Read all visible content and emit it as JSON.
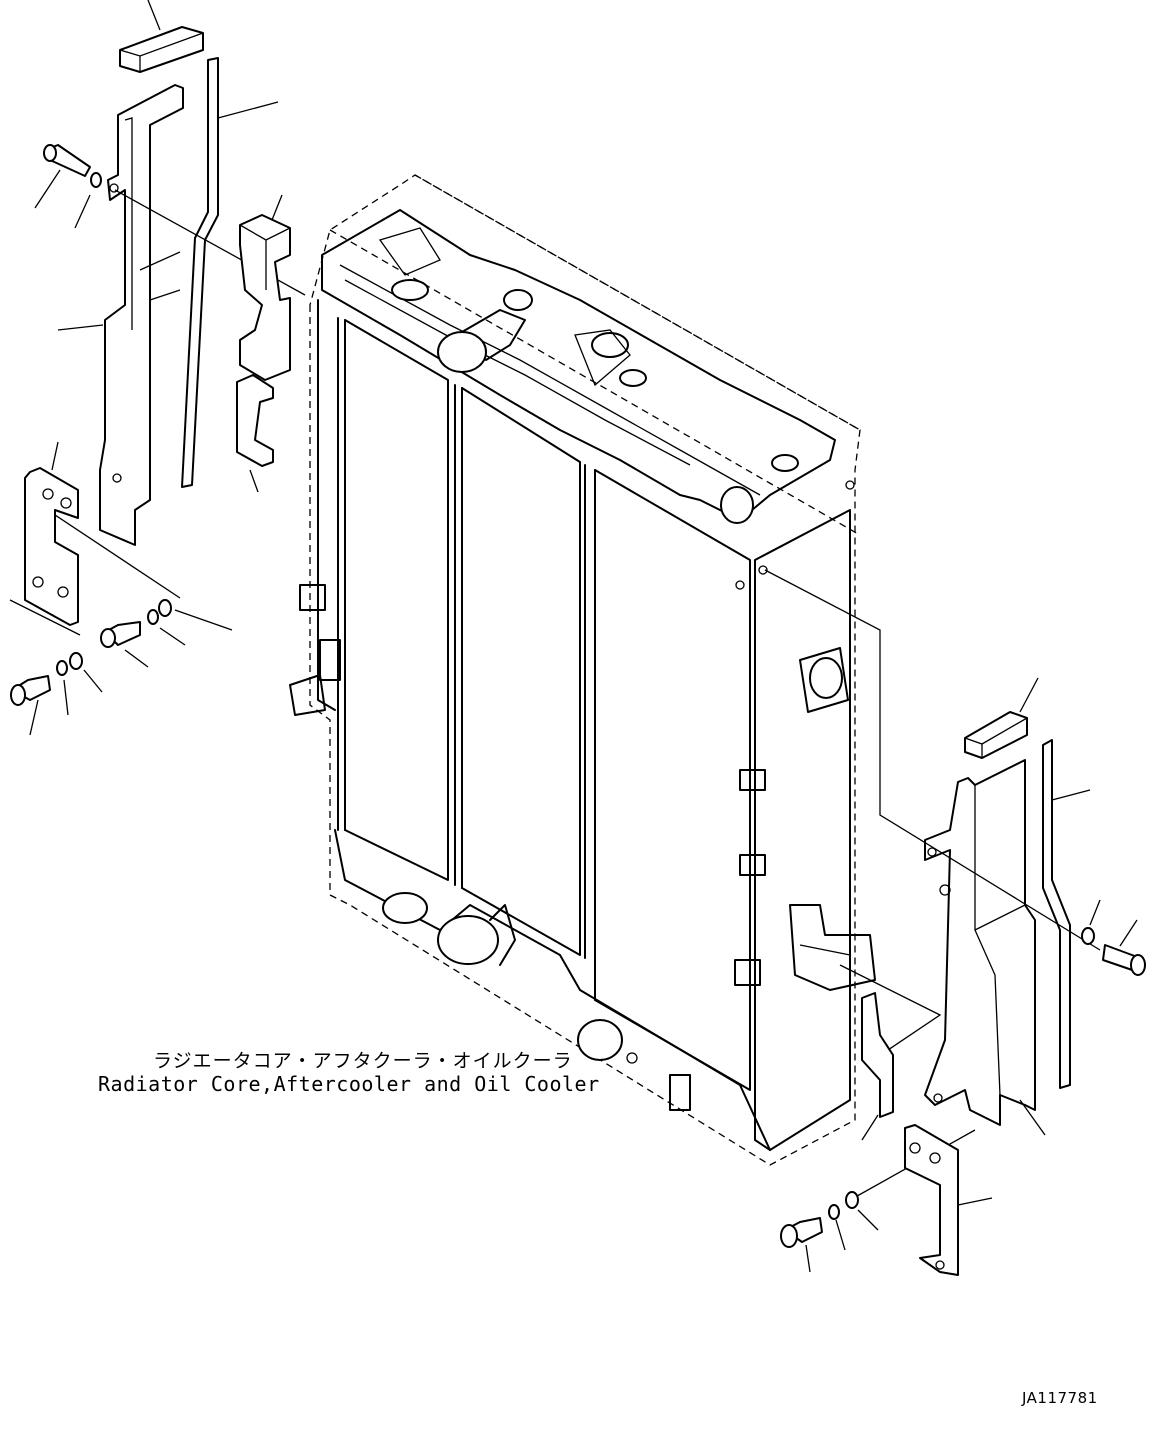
{
  "diagram": {
    "caption_jp": "ラジエータコア・アフタクーラ・オイルクーラ",
    "caption_en": "Radiator Core,Aftercooler and Oil Cooler",
    "drawing_id": "JA117781"
  }
}
